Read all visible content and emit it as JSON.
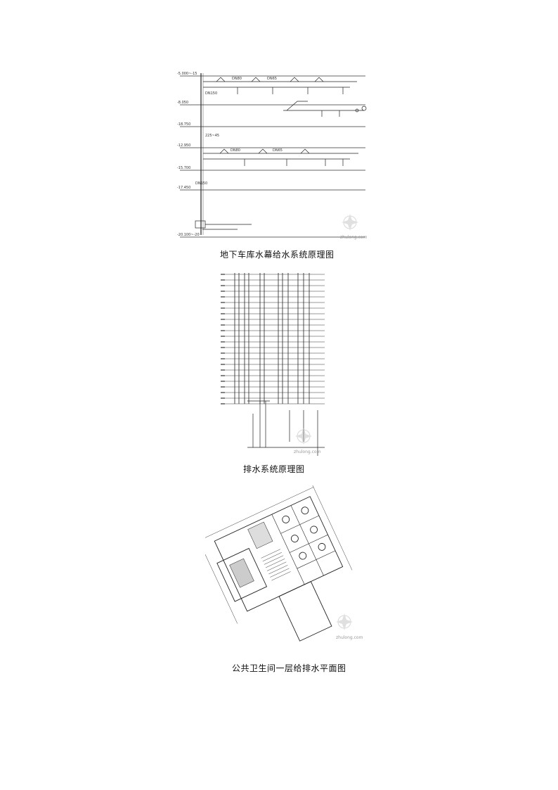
{
  "figures": [
    {
      "caption": "地下车库水幕给水系统原理图",
      "watermark": "zhulong.com",
      "elevations": [
        "-5.000~-15",
        "-8.050",
        "-18.750",
        "-12.950",
        "-15.700",
        "-17.450",
        "-20.100~-20"
      ],
      "labels": [
        "DN150",
        "DN80",
        "DN65",
        "225~45",
        "DN80",
        "DN65",
        "DN150"
      ]
    },
    {
      "caption": "排水系统原理图",
      "watermark": "zhulong.com"
    },
    {
      "caption": "公共卫生间一层给排水平面图",
      "watermark": "zhulong.com"
    }
  ]
}
